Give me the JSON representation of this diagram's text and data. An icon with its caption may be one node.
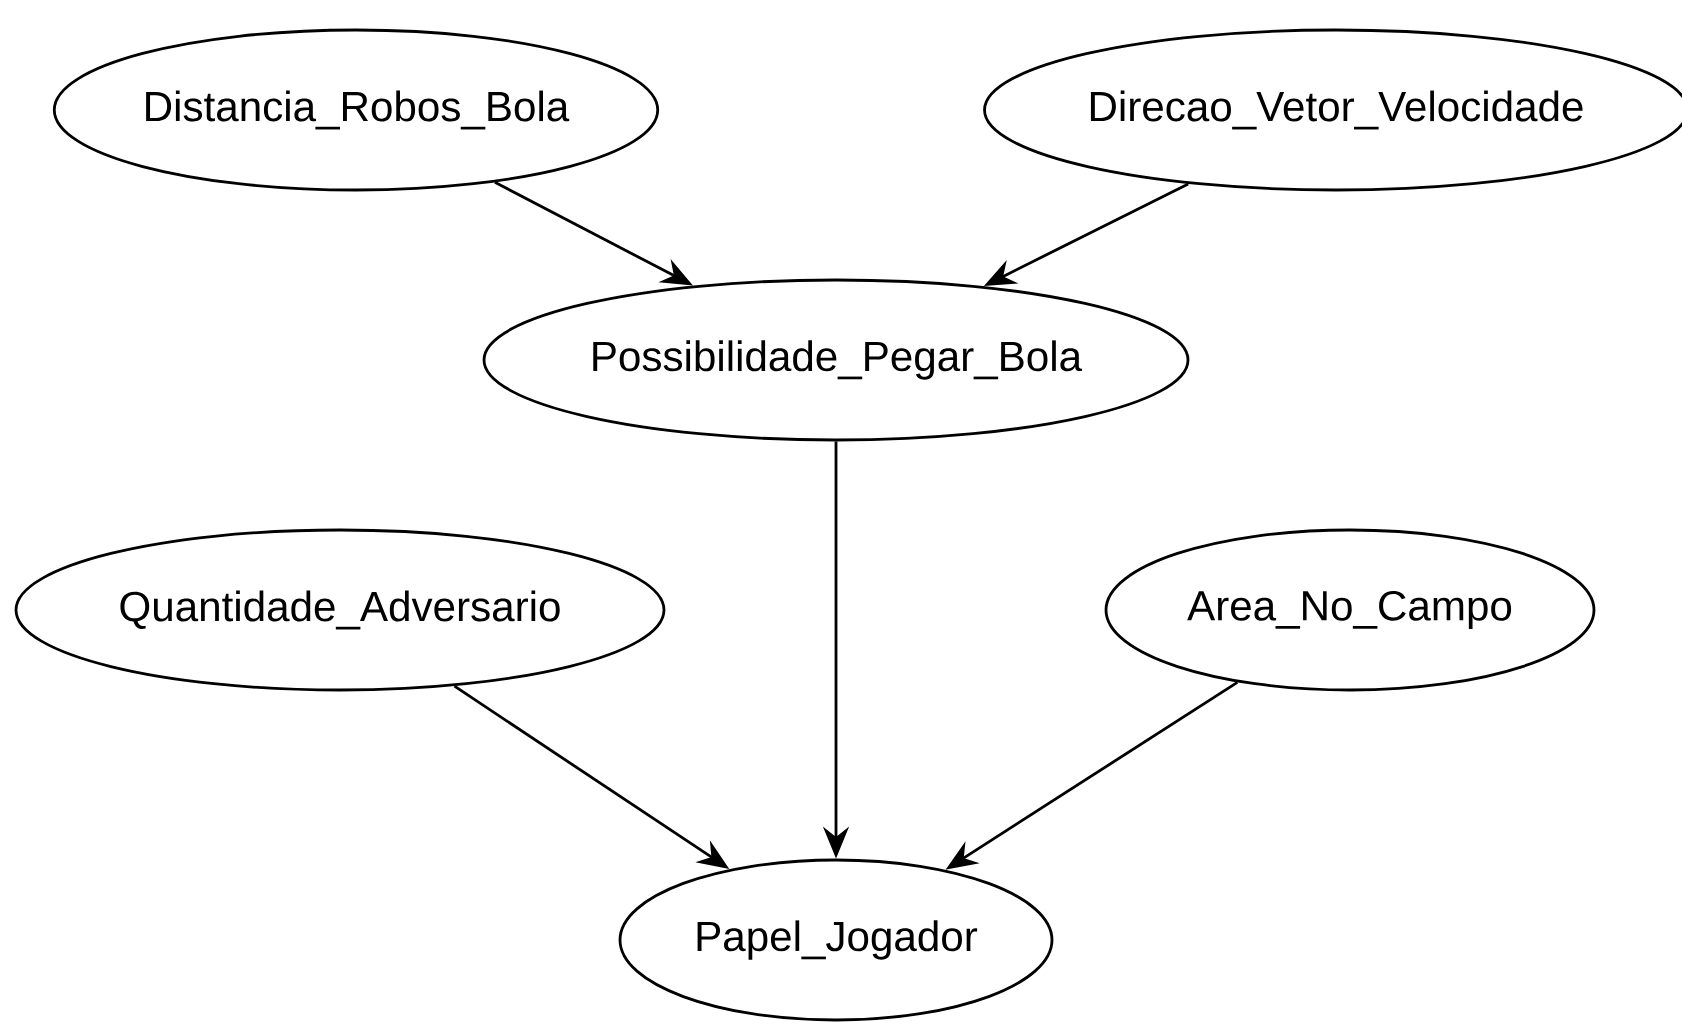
{
  "diagram": {
    "nodes": [
      {
        "text": [
          "Distancia_Robos_Bola"
        ]
      },
      {
        "text": [
          "Direcao_Vetor_Velocidade"
        ]
      },
      {
        "text": [
          "Possibilidade_Pegar_Bola"
        ]
      },
      {
        "text": [
          "Quantidade_Adversario"
        ]
      },
      {
        "text": [
          "Area_No_Campo"
        ]
      },
      {
        "text": [
          "Papel_Jogador"
        ]
      }
    ],
    "edges": [
      {
        "from": 0,
        "to": 2,
        "arrow": "to"
      },
      {
        "from": 1,
        "to": 2,
        "arrow": "to"
      },
      {
        "from": 2,
        "to": 5,
        "arrow": "to"
      },
      {
        "from": 3,
        "to": 5,
        "arrow": "to"
      },
      {
        "from": 4,
        "to": 5,
        "arrow": "to"
      }
    ]
  }
}
